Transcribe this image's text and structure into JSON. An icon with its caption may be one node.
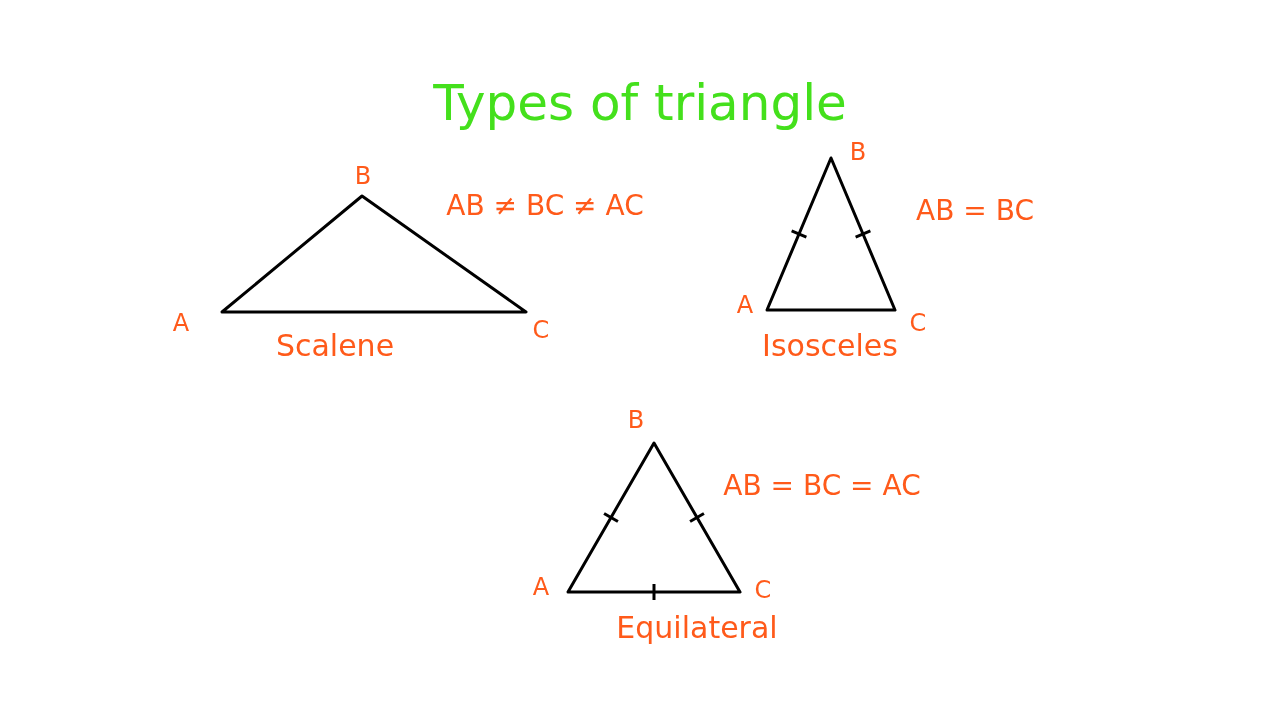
{
  "diagram": {
    "title": "Types of triangle",
    "labels": [
      "B",
      "AB ≠ BC ≠ AC",
      "A",
      "C",
      "Scalene",
      "B",
      "AB = BC",
      "A",
      "C",
      "Isosceles",
      "B",
      "AB = BC = AC",
      "A",
      "C",
      "Equilateral"
    ]
  }
}
